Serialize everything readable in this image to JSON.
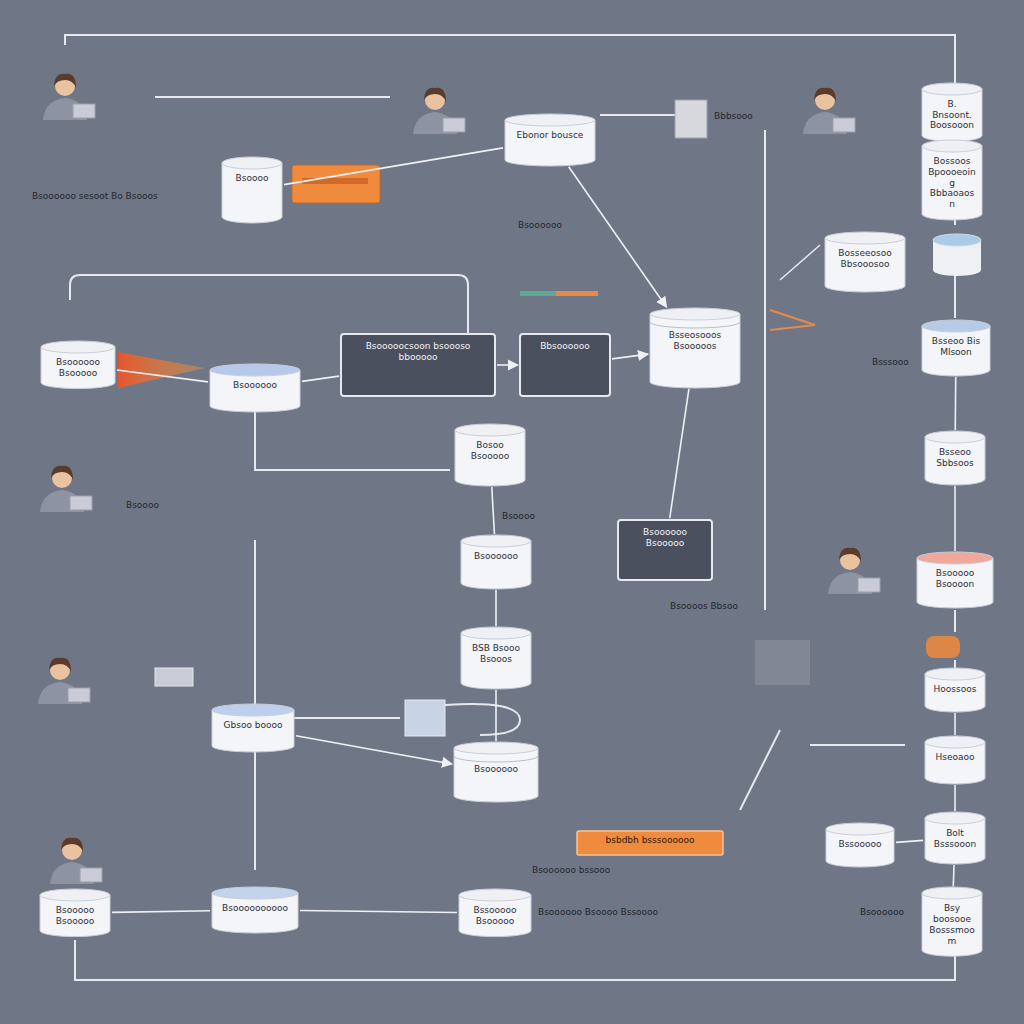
{
  "diagram": {
    "nodes": [
      {
        "text": [
          "B. Bnsoont. Boosooon"
        ]
      },
      {
        "text": [
          "Ebonor bousce"
        ]
      },
      {
        "text": [
          "Bsoooo"
        ]
      },
      {
        "text": [
          "Bossoos Bpoooeoing Bbbaoaosn"
        ]
      },
      {
        "text": [
          "Bosseeosoo Bbsooosoo"
        ]
      },
      {
        "text": [
          "Bsseosooos Bsooooos"
        ]
      },
      {
        "text": [
          "Bsseoo Bis Mlsoon"
        ]
      },
      {
        "text": [
          "Bsooooocsoon bsoooso",
          "bbooooo"
        ]
      },
      {
        "text": [
          "Bbsoooooo"
        ]
      },
      {
        "text": [
          "Bsoooooo Bsooooo"
        ]
      },
      {
        "text": [
          "Bsoooooo"
        ]
      },
      {
        "text": [
          "Bosoo Bsooooo"
        ]
      },
      {
        "text": [
          "Bsseoo Sbbsoos"
        ]
      },
      {
        "text": [
          "Bsoooooo"
        ]
      },
      {
        "text": [
          "Bsoooooo Bsooooo"
        ]
      },
      {
        "text": [
          "Bsooooo Bsoooon"
        ]
      },
      {
        "text": [
          "BSB Bsooo Bsooos"
        ]
      },
      {
        "text": [
          "Hoossoos"
        ]
      },
      {
        "text": [
          "Gbsoo boooo"
        ]
      },
      {
        "text": [
          "Hseoaoo"
        ]
      },
      {
        "text": [
          "Bsoooooo"
        ]
      },
      {
        "text": [
          "Bolt Bsssooon"
        ]
      },
      {
        "text": [
          "Bssooooo"
        ]
      },
      {
        "text": [
          "bsbdbh bsssoooooo"
        ]
      },
      {
        "text": [
          "Bsooooo Bsooooo"
        ]
      },
      {
        "text": [
          "Bsoooooooooo"
        ]
      },
      {
        "text": [
          "Bssooooo Bsooooo"
        ]
      },
      {
        "text": [
          "Bsy boosooe Bosssmoom"
        ]
      }
    ],
    "edges": [
      {
        "from": 2,
        "to": 1,
        "arrow": "none"
      },
      {
        "from": 1,
        "to": 5,
        "arrow": "to"
      },
      {
        "from": 9,
        "to": 10,
        "arrow": "none"
      },
      {
        "from": 10,
        "to": 7,
        "arrow": "none"
      },
      {
        "from": 7,
        "to": 8,
        "arrow": "to"
      },
      {
        "from": 8,
        "to": 5,
        "arrow": "to"
      },
      {
        "from": 5,
        "to": 14,
        "arrow": "none"
      },
      {
        "from": 11,
        "to": 13,
        "arrow": "none"
      },
      {
        "from": 13,
        "to": 16,
        "arrow": "none"
      },
      {
        "from": 16,
        "to": 20,
        "arrow": "none"
      },
      {
        "from": 18,
        "to": 20,
        "arrow": "to"
      },
      {
        "from": 24,
        "to": 25,
        "arrow": "none"
      },
      {
        "from": 25,
        "to": 26,
        "arrow": "none"
      },
      {
        "from": 22,
        "to": 21,
        "arrow": "none"
      },
      {
        "from": 0,
        "to": 3,
        "arrow": "none"
      },
      {
        "from": 6,
        "to": 12,
        "arrow": "none"
      },
      {
        "from": 12,
        "to": 15,
        "arrow": "none"
      },
      {
        "from": 17,
        "to": 19,
        "arrow": "none"
      },
      {
        "from": 19,
        "to": 21,
        "arrow": "none"
      },
      {
        "from": 21,
        "to": 27,
        "arrow": "none"
      }
    ],
    "labels": [
      "Bsoooooo sesoot Bo Bsooos",
      "Bbbsooo",
      "Bsoooooo",
      "Bsoooo",
      "Bsoooo",
      "Bsssooo",
      "Bsoooos Bbsoo",
      "Bsoooooo bssooo",
      "Bsoooooo",
      "Bsoooooo Bsoooo Bssoooo"
    ]
  }
}
